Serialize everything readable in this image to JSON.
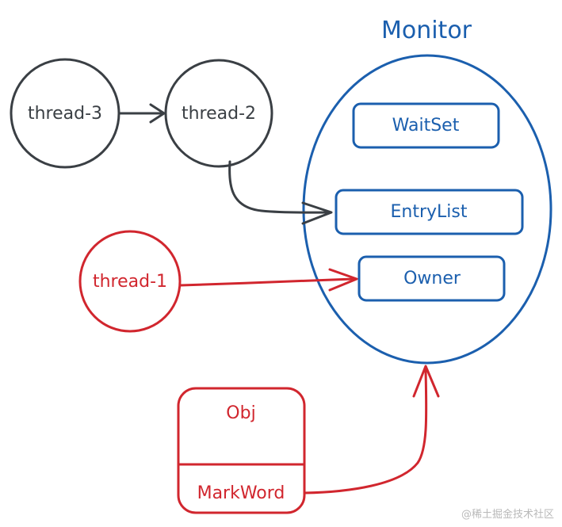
{
  "colors": {
    "blue": "#1b5fae",
    "dark": "#3a3f44",
    "red": "#d1262e"
  },
  "monitor": {
    "title": "Monitor",
    "fields": {
      "waitset": "WaitSet",
      "entrylist": "EntryList",
      "owner": "Owner"
    }
  },
  "threads": {
    "thread3": "thread-3",
    "thread2": "thread-2",
    "thread1": "thread-1"
  },
  "obj": {
    "title": "Obj",
    "field": "MarkWord"
  },
  "watermark": "@稀土掘金技术社区"
}
